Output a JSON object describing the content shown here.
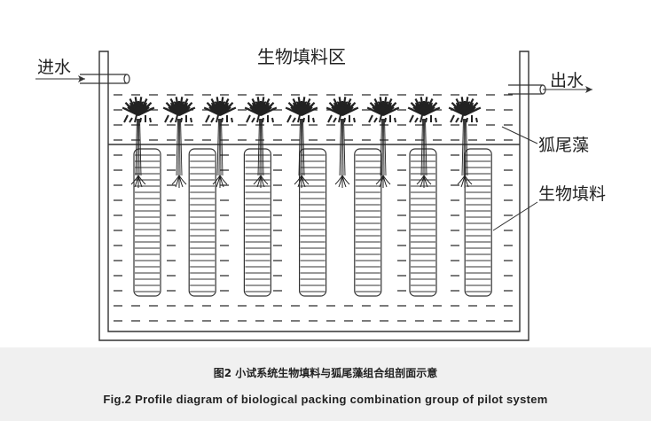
{
  "labels": {
    "inlet": "进水",
    "outlet": "出水",
    "zone": "生物填料区",
    "plant": "狐尾藻",
    "packing": "生物填料"
  },
  "caption": {
    "cn": "图2   小试系统生物填料与狐尾藻组合组剖面示意",
    "en": "Fig.2   Profile diagram of biological packing combination group of pilot system"
  },
  "structure": {
    "packing_columns": 7,
    "plants": 9
  },
  "colors": {
    "line": "#333333",
    "caption_band": "#f0f0f0"
  }
}
